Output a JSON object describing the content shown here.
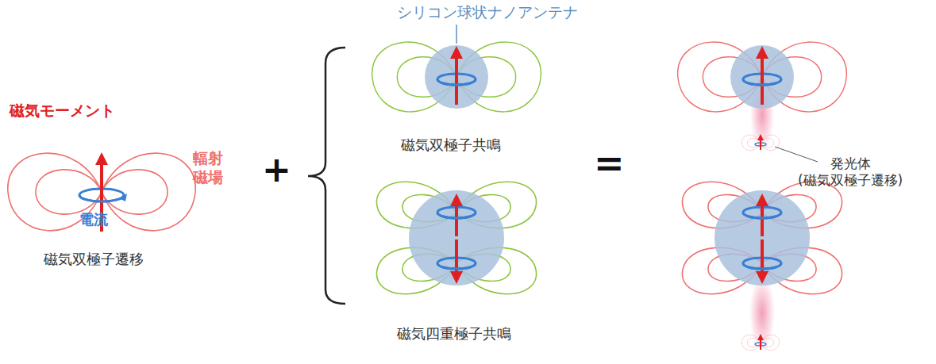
{
  "diagram": {
    "labels": [
      "シリコン球状ナノアンテナ",
      "磁気モーメント",
      "輻射 磁場",
      "電流",
      "磁気双極子遷移",
      "+",
      "磁気双極子共鳴",
      "=",
      "発光体 (磁気双極子遷移)",
      "磁気四重極子共鳴"
    ]
  }
}
